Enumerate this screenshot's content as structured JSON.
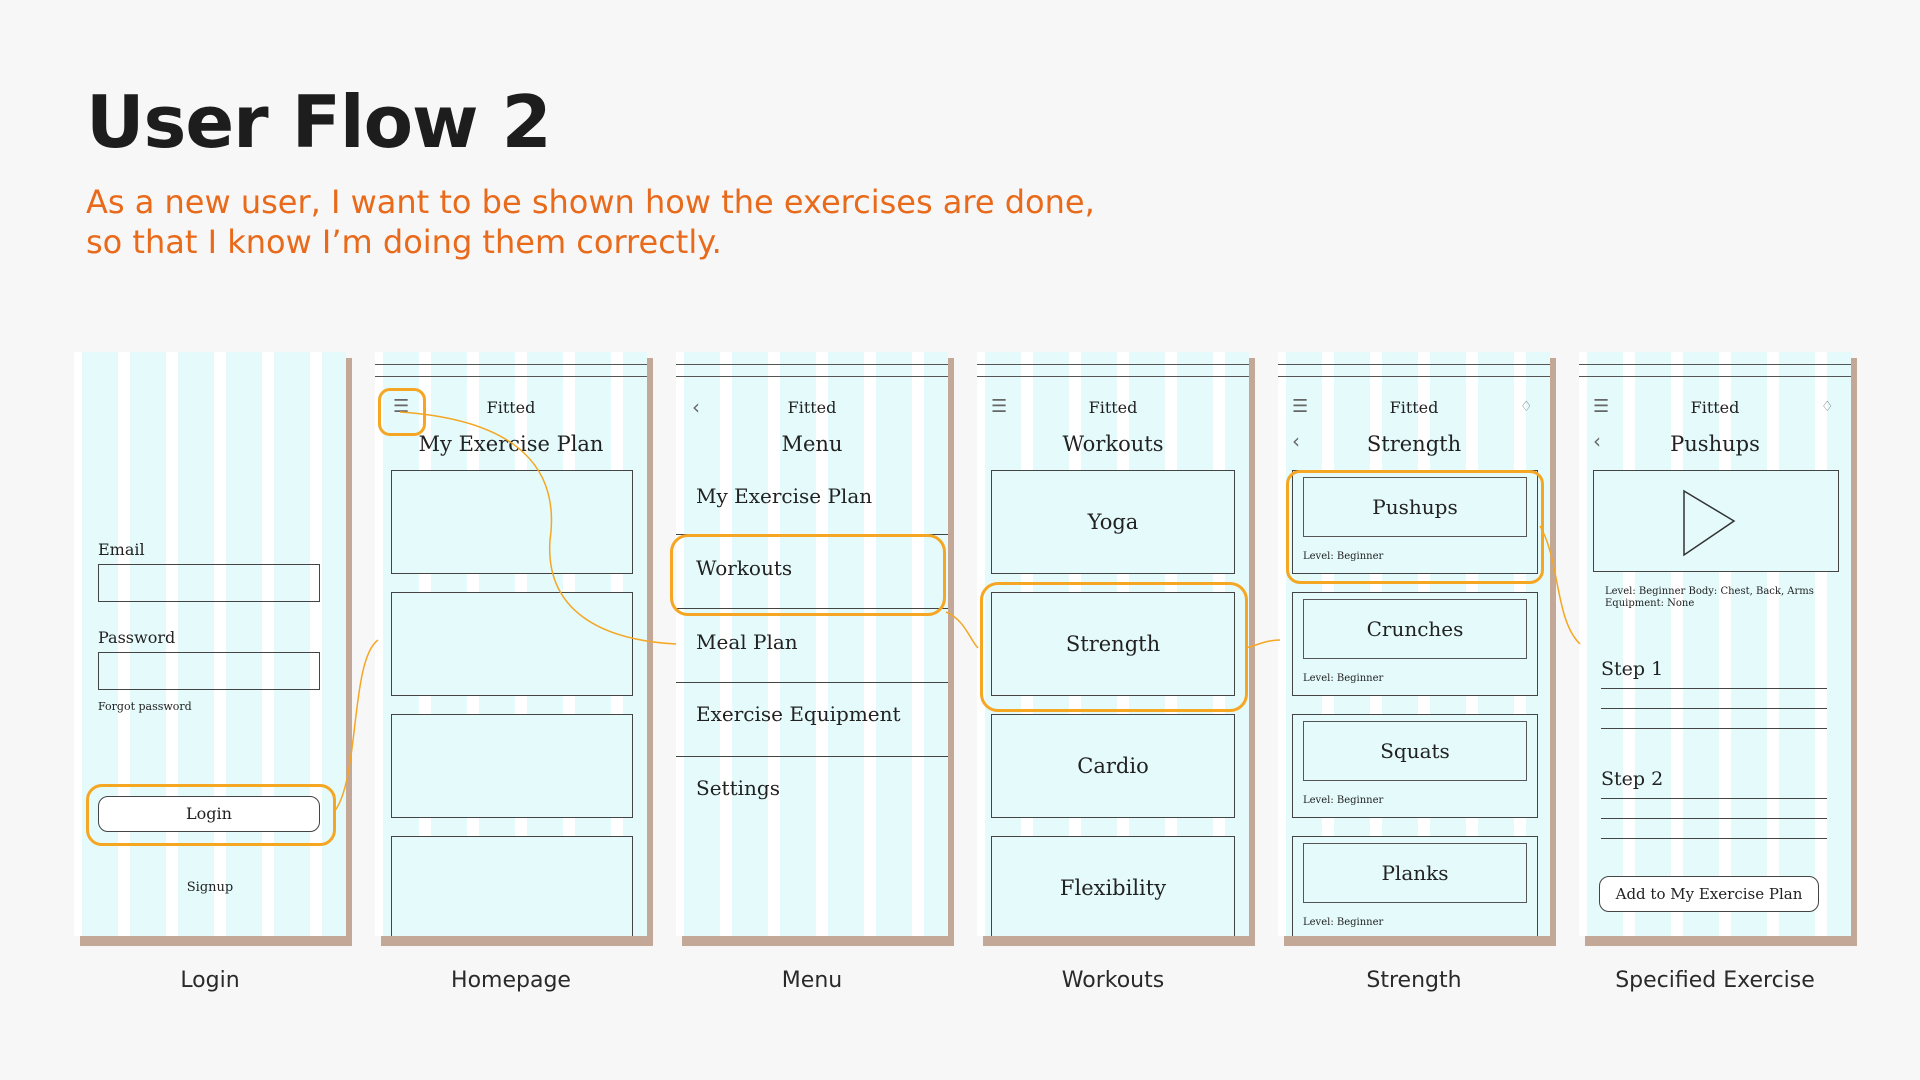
{
  "header": {
    "title": "User Flow 2",
    "subtitle_line1": "As a new user, I want to be shown how the exercises are done,",
    "subtitle_line2": "so that I know I’m doing them correctly."
  },
  "colors": {
    "accent": "#e86a1a",
    "highlight": "#f5a623",
    "screen_tint": "#e4fafb",
    "shadow": "#c3a898"
  },
  "screens": {
    "login": {
      "caption": "Login",
      "email_label": "Email",
      "password_label": "Password",
      "forgot_label": "Forgot password",
      "login_button": "Login",
      "signup_label": "Signup"
    },
    "homepage": {
      "caption": "Homepage",
      "app_name": "Fitted",
      "page_title": "My Exercise Plan",
      "menu_icon": "hamburger-icon"
    },
    "menu": {
      "caption": "Menu",
      "app_name": "Fitted",
      "page_title": "Menu",
      "back_icon": "chevron-left-icon",
      "items": [
        "My Exercise Plan",
        "Workouts",
        "Meal Plan",
        "Exercise Equipment",
        "Settings"
      ]
    },
    "workouts": {
      "caption": "Workouts",
      "app_name": "Fitted",
      "page_title": "Workouts",
      "items": [
        "Yoga",
        "Strength",
        "Cardio",
        "Flexibility"
      ]
    },
    "strength": {
      "caption": "Strength",
      "app_name": "Fitted",
      "page_title": "Strength",
      "items": [
        {
          "name": "Pushups",
          "level": "Level: Beginner"
        },
        {
          "name": "Crunches",
          "level": "Level: Beginner"
        },
        {
          "name": "Squats",
          "level": "Level: Beginner"
        },
        {
          "name": "Planks",
          "level": "Level: Beginner"
        }
      ]
    },
    "exercise": {
      "caption": "Specified Exercise",
      "app_name": "Fitted",
      "page_title": "Pushups",
      "info_line1": "Level: Beginner  Body: Chest, Back, Arms",
      "info_line2": "Equipment: None",
      "step1": "Step 1",
      "step2": "Step 2",
      "add_button": "Add to My Exercise Plan"
    }
  }
}
